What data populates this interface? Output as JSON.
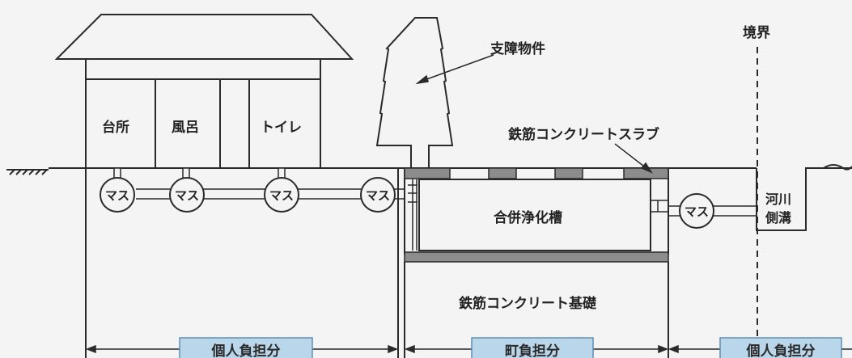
{
  "labels": {
    "kitchen": "台所",
    "bath": "風呂",
    "toilet": "トイレ",
    "obstacle": "支障物件",
    "boundary": "境界",
    "slab": "鉄筋コンクリートスラブ",
    "tank": "合併浄化槽",
    "foundation": "鉄筋コンクリート基礎",
    "river_line1": "河川",
    "river_line2": "側溝"
  },
  "masu_label": "マス",
  "cost_shares": [
    {
      "label": "個人負担分"
    },
    {
      "label": "町負担分"
    },
    {
      "label": "個人負担分"
    }
  ],
  "colors": {
    "background": "#f4f4f4",
    "line": "#2a2a2a",
    "slab_fill": "#8c8c8c",
    "share_box_fill": "#b9d6ea",
    "share_box_stroke": "#5f8fb3"
  }
}
